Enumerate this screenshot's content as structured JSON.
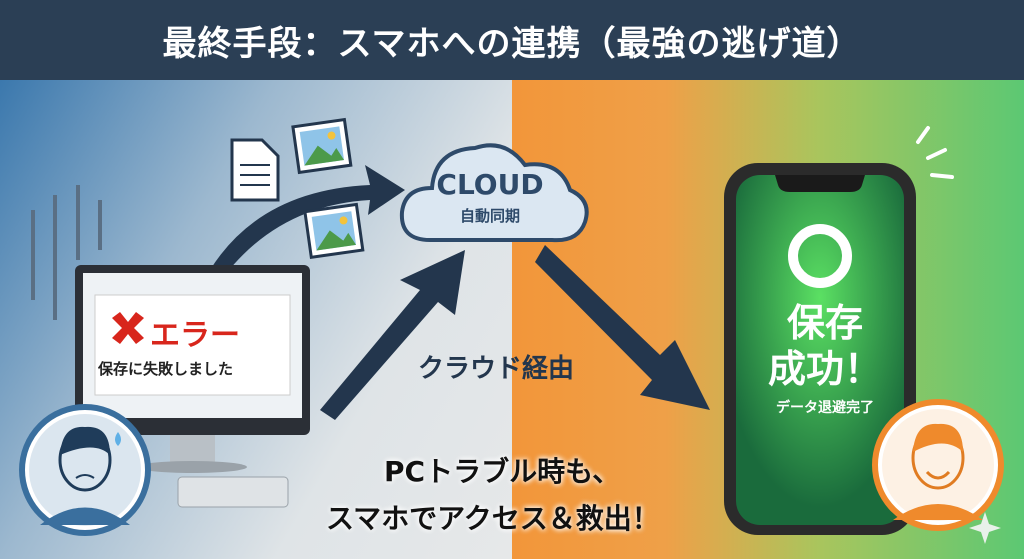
{
  "header": {
    "title": "最終手段：スマホへの連携（最強の逃げ道）"
  },
  "cloud": {
    "title": "CLOUD",
    "subtitle": "自動同期"
  },
  "pc": {
    "error_title": "エラー",
    "error_message": "保存に失敗しました"
  },
  "flow": {
    "via_label": "クラウド経由"
  },
  "phone": {
    "status_line1": "保存",
    "status_line2": "成功！",
    "status_detail": "データ退避完了"
  },
  "caption": {
    "line1": "PCトラブル時も、",
    "line2": "スマホでアクセス＆救出！"
  },
  "colors": {
    "header_bg": "#2b3f55",
    "error_red": "#d8261c",
    "success_green": "#2f9a4c",
    "sad_blue": "#3a6f9e",
    "happy_orange": "#ef8a2c"
  }
}
